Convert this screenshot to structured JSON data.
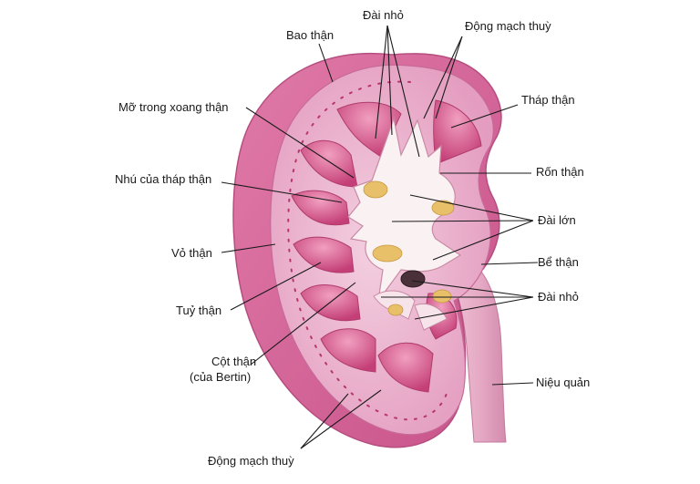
{
  "labels": {
    "bao_than": "Bao thận",
    "dai_nho_top": "Đài nhỏ",
    "dong_mach_thuy_top": "Động mạch thuỳ",
    "mo_trong_xoang_than": "Mỡ trong xoang thận",
    "thap_than": "Tháp thận",
    "ron_than": "Rốn thận",
    "nhu_cua_thap_than": "Nhú của tháp thận",
    "dai_lon": "Đài lớn",
    "vo_than": "Vỏ thận",
    "be_than": "Bể thận",
    "dai_nho_bottom": "Đài nhỏ",
    "tuy_than": "Tuỷ thận",
    "cot_than_line1": "Cột thận",
    "cot_than_line2": "(của Bertin)",
    "nieu_quan": "Niệu quản",
    "dong_mach_thuy_bottom": "Động mạch thuỳ"
  },
  "colors": {
    "capsule": "#d9679b",
    "cortex": "#eab0cc",
    "medulla": "#cf4f83",
    "pelvis": "#faf1f2",
    "fat": "#e8c06a",
    "ureter": "#eab8cf",
    "leader_line": "#1a1a1a"
  }
}
